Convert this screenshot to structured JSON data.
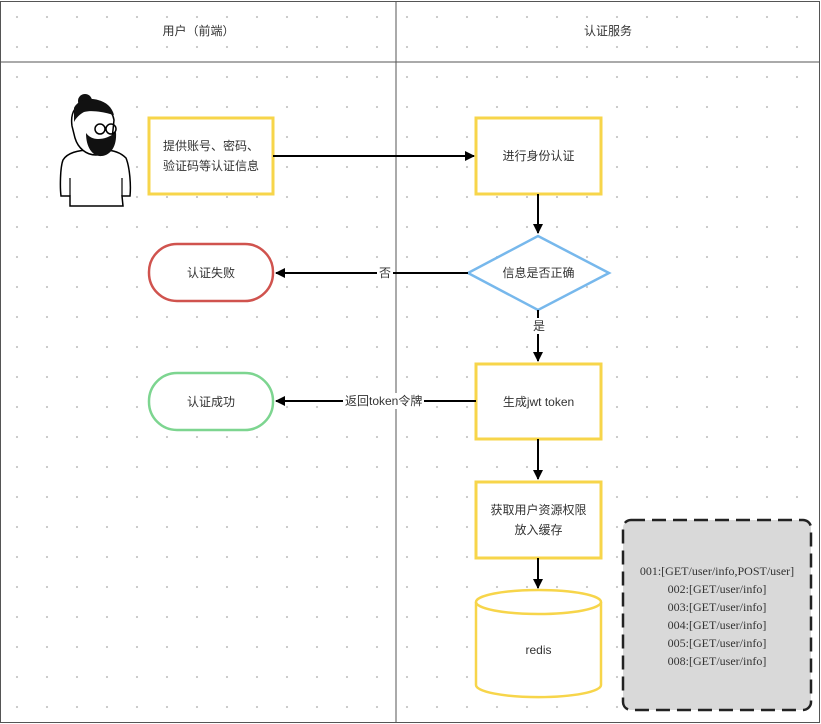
{
  "lanes": {
    "frontend": "用户（前端）",
    "auth_service": "认证服务"
  },
  "nodes": {
    "submit_credentials": "提供账号、密码、\n验证码等认证信息",
    "authenticate": "进行身份认证",
    "check_info": "信息是否正确",
    "auth_fail": "认证失败",
    "generate_jwt": "生成jwt token",
    "auth_success": "认证成功",
    "fetch_permissions": "获取用户资源权限\n放入缓存",
    "redis": "redis"
  },
  "edges": {
    "no": "否",
    "yes": "是",
    "return_token": "返回token令牌"
  },
  "cache_entries": [
    "001:[GET/user/info,POST/user]",
    "002:[GET/user/info]",
    "003:[GET/user/info]",
    "004:[GET/user/info]",
    "005:[GET/user/info]",
    "008:[GET/user/info]"
  ],
  "colors": {
    "process_border": "#f7d54a",
    "decision_border": "#77b8ec",
    "fail_border": "#d0534e",
    "success_border": "#7dd590",
    "cache_fill": "#d9d9d9",
    "line": "#000000",
    "swimlane_border": "#555555"
  }
}
